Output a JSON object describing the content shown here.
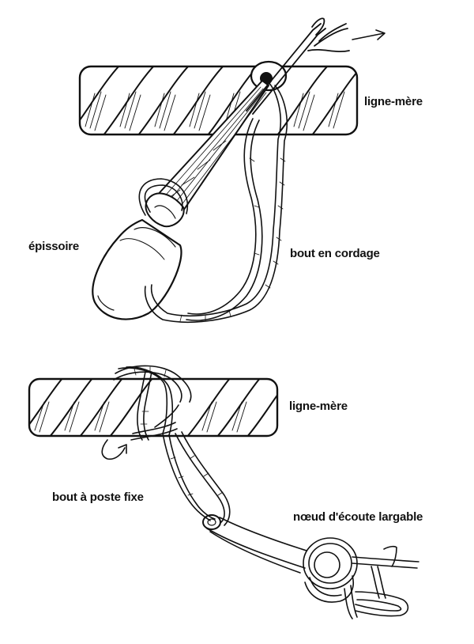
{
  "labels": {
    "ligne_mere_top": "ligne-mère",
    "epissoire": "épissoire",
    "bout_en_cordage": "bout en cordage",
    "ligne_mere_bottom": "ligne-mère",
    "bout_a_poste_fixe": "bout à poste fixe",
    "noeud": "nœud d'écoute largable"
  },
  "colors": {
    "ink": "#111111",
    "paper": "#ffffff"
  },
  "icons": [
    "pull-direction-arrow-icon",
    "rotation-arrow-icon"
  ]
}
